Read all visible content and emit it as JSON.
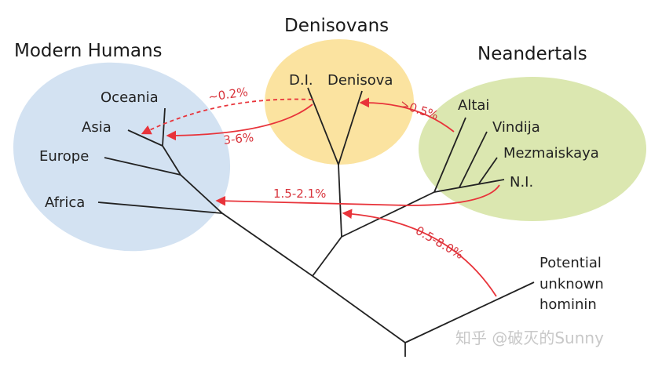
{
  "groups": {
    "modern_humans": "Modern Humans",
    "denisovans": "Denisovans",
    "neandertals": "Neandertals"
  },
  "leaves": {
    "oceania": "Oceania",
    "asia": "Asia",
    "europe": "Europe",
    "africa": "Africa",
    "di": "D.I.",
    "denisova": "Denisova",
    "altai": "Altai",
    "vindija": "Vindija",
    "mezmaiskaya": "Mezmaiskaya",
    "ni": "N.I.",
    "unknown": [
      "Potential",
      "unknown",
      "hominin"
    ]
  },
  "gene_flow": {
    "di_to_oceania": "~0.2%",
    "denisova_to_asia_oceania": "3-6%",
    "altai_to_denisova": ">0.5%",
    "neandertal_to_nonafrican": "1.5-2.1%",
    "unknown_to_denisovan": "0.5-8.0%"
  },
  "watermark": "知乎 @破灭的Sunny",
  "colors": {
    "humans": "#d3e2f2",
    "denisovans": "#fbe3a0",
    "neandertals": "#dbe7b0",
    "arrow": "#e8333a"
  }
}
